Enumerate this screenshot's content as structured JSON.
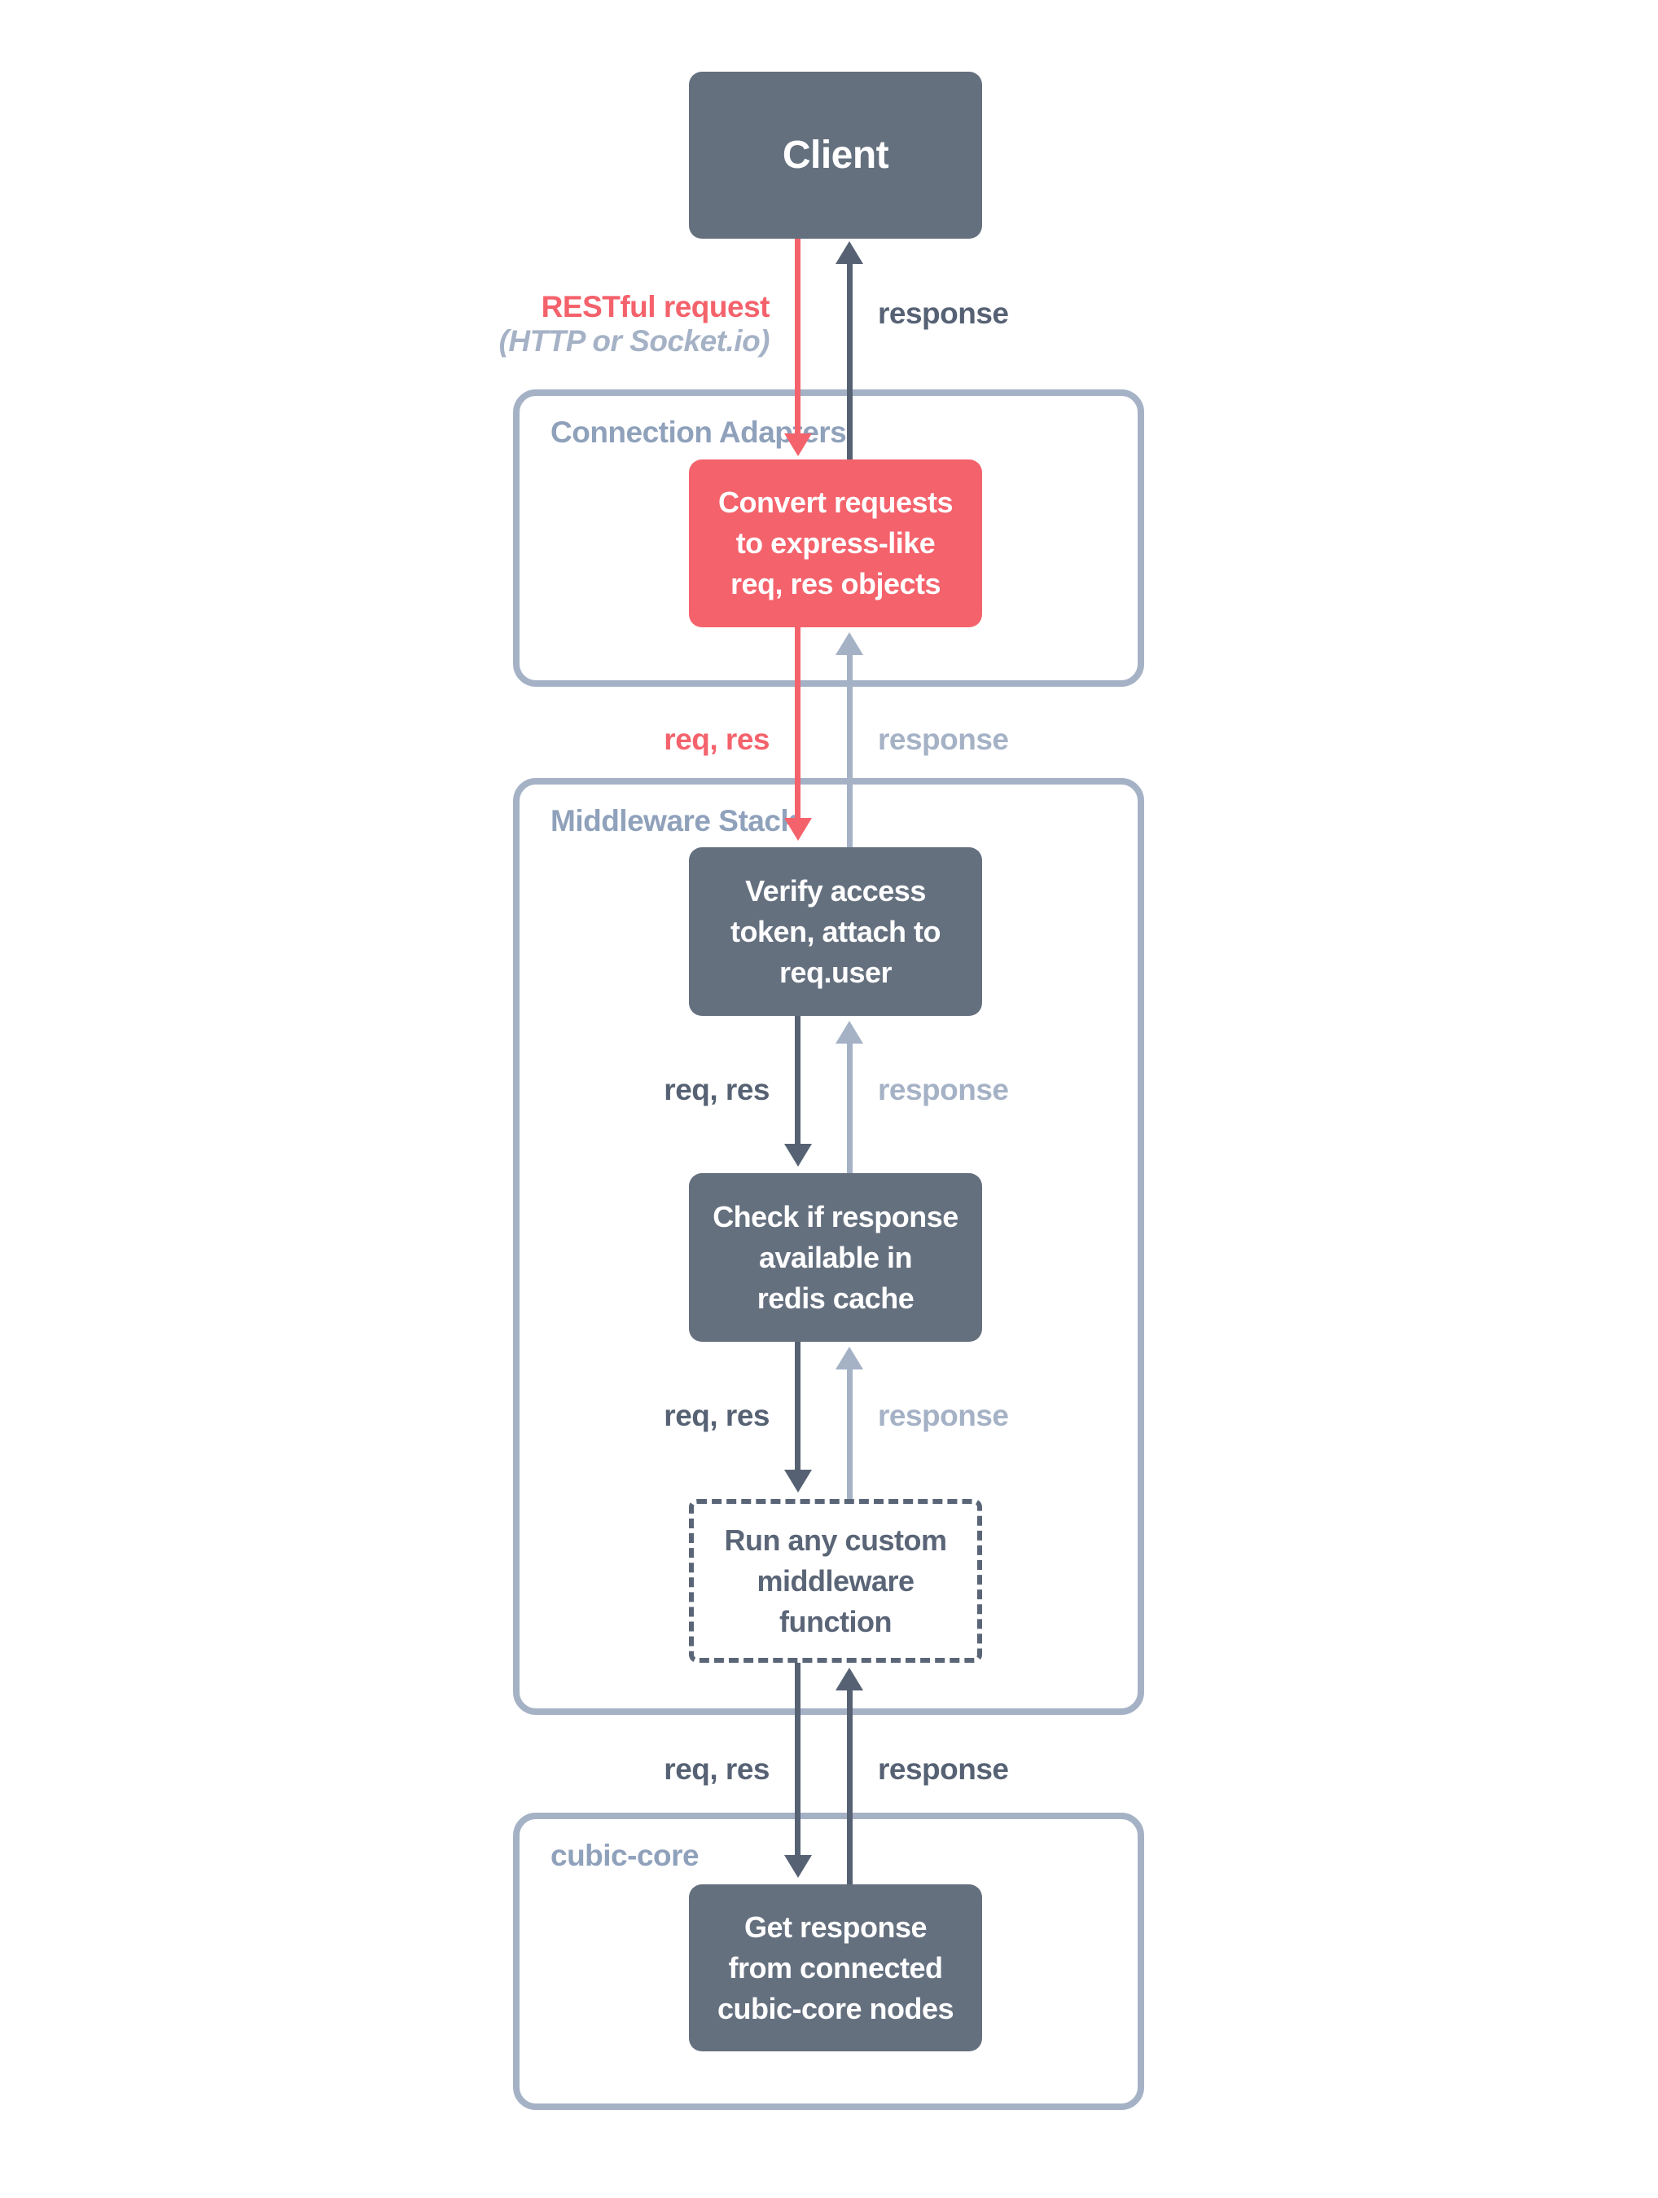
{
  "colors": {
    "node_slate": "#65707F",
    "node_coral": "#F4626C",
    "container_border": "#A5B2C6",
    "label_light": "#A5B2C6",
    "label_dark": "#566274",
    "group_label": "#8FA1BB",
    "background": "#ffffff"
  },
  "groups": [
    {
      "label": "Connection Adapters"
    },
    {
      "label": "Middleware Stack"
    },
    {
      "label": "cubic-core"
    }
  ],
  "nodes": {
    "client": {
      "label": "Client"
    },
    "convert": {
      "lines": [
        "Convert requests",
        "to express-like",
        "req, res objects"
      ]
    },
    "verify": {
      "lines": [
        "Verify access",
        "token, attach to",
        "req.user"
      ]
    },
    "check": {
      "lines": [
        "Check if response",
        "available in",
        "redis cache"
      ]
    },
    "custom": {
      "lines": [
        "Run any custom",
        "middleware",
        "function"
      ]
    },
    "get_response": {
      "lines": [
        "Get response",
        "from connected",
        "cubic-core nodes"
      ]
    }
  },
  "edges": {
    "client_to_convert": {
      "request_label": "RESTful request",
      "request_sublabel": "(HTTP or Socket.io)",
      "response_label": "response"
    },
    "convert_to_verify": {
      "request_label": "req, res",
      "response_label": "response"
    },
    "verify_to_check": {
      "request_label": "req, res",
      "response_label": "response"
    },
    "check_to_custom": {
      "request_label": "req, res",
      "response_label": "response"
    },
    "custom_to_core": {
      "request_label": "req, res",
      "response_label": "response"
    }
  }
}
